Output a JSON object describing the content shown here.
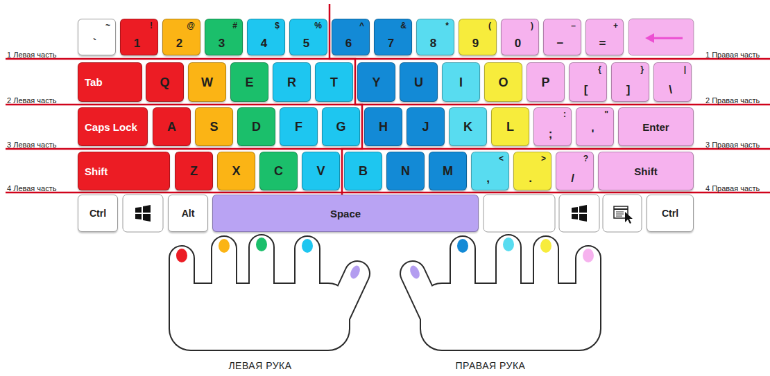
{
  "diagram": {
    "nodes": [
      {
        "text": [
          "~",
          "`"
        ]
      },
      {
        "text": [
          "!",
          "1"
        ]
      },
      {
        "text": [
          "@",
          "2"
        ]
      },
      {
        "text": [
          "#",
          "3"
        ]
      },
      {
        "text": [
          "$",
          "4"
        ]
      },
      {
        "text": [
          "%",
          "5"
        ]
      },
      {
        "text": [
          "^",
          "6"
        ]
      },
      {
        "text": [
          "&",
          "7"
        ]
      },
      {
        "text": [
          "*",
          "8"
        ]
      },
      {
        "text": [
          "(",
          "9"
        ]
      },
      {
        "text": [
          ")",
          "0"
        ]
      },
      {
        "text": [
          "–",
          "−"
        ]
      },
      {
        "text": [
          "+",
          "="
        ]
      },
      {
        "text": [
          "Tab"
        ]
      },
      {
        "text": [
          "Q"
        ]
      },
      {
        "text": [
          "W"
        ]
      },
      {
        "text": [
          "E"
        ]
      },
      {
        "text": [
          "R"
        ]
      },
      {
        "text": [
          "T"
        ]
      },
      {
        "text": [
          "Y"
        ]
      },
      {
        "text": [
          "U"
        ]
      },
      {
        "text": [
          "I"
        ]
      },
      {
        "text": [
          "O"
        ]
      },
      {
        "text": [
          "P"
        ]
      },
      {
        "text": [
          "{",
          "["
        ]
      },
      {
        "text": [
          "}",
          "]"
        ]
      },
      {
        "text": [
          "|",
          "\\"
        ]
      },
      {
        "text": [
          "Caps Lock"
        ]
      },
      {
        "text": [
          "A"
        ]
      },
      {
        "text": [
          "S"
        ]
      },
      {
        "text": [
          "D"
        ]
      },
      {
        "text": [
          "F"
        ]
      },
      {
        "text": [
          "G"
        ]
      },
      {
        "text": [
          "H"
        ]
      },
      {
        "text": [
          "J"
        ]
      },
      {
        "text": [
          "K"
        ]
      },
      {
        "text": [
          "L"
        ]
      },
      {
        "text": [
          ":",
          ";"
        ]
      },
      {
        "text": [
          "\"",
          "'"
        ]
      },
      {
        "text": [
          "Enter"
        ]
      },
      {
        "text": [
          "Shift"
        ]
      },
      {
        "text": [
          "Z"
        ]
      },
      {
        "text": [
          "X"
        ]
      },
      {
        "text": [
          "C"
        ]
      },
      {
        "text": [
          "V"
        ]
      },
      {
        "text": [
          "B"
        ]
      },
      {
        "text": [
          "N"
        ]
      },
      {
        "text": [
          "M"
        ]
      },
      {
        "text": [
          "<",
          ","
        ]
      },
      {
        "text": [
          ">",
          "."
        ]
      },
      {
        "text": [
          "?",
          "/"
        ]
      },
      {
        "text": [
          "Shift"
        ]
      },
      {
        "text": [
          "Ctrl"
        ]
      },
      {
        "text": [
          "Alt"
        ]
      },
      {
        "text": [
          "Space"
        ]
      },
      {
        "text": [
          "Ctrl"
        ]
      }
    ],
    "labels": [
      "1 Левая часть",
      "1 Правая часть",
      "2 Левая часть",
      "2 Правая часть",
      "3 Левая часть",
      "3 Правая часть",
      "4 Левая часть",
      "4 Правая часть",
      "ЛЕВАЯ РУКА",
      "ПРАВАЯ РУКА"
    ]
  }
}
